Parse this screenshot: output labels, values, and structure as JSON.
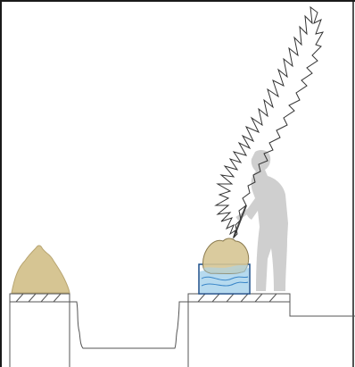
{
  "diagram": {
    "elements": [
      {
        "name": "earth-pile",
        "shape": "mound"
      },
      {
        "name": "trench",
        "shape": "excavation"
      },
      {
        "name": "container-with-water",
        "shape": "transparent-box"
      },
      {
        "name": "root-ball",
        "shape": "rock"
      },
      {
        "name": "tree",
        "shape": "conifer-outline"
      },
      {
        "name": "person",
        "shape": "silhouette",
        "action": "holding tree"
      }
    ],
    "colors": {
      "frame": "#1a1a1a",
      "earth": "#d6c593",
      "earth_stroke": "#b8a571",
      "water": "#a9d3ec",
      "water_stroke": "#3a86c8",
      "person": "#cfcfcf",
      "ground_line": "#555555",
      "tree_stroke": "#333333"
    }
  }
}
